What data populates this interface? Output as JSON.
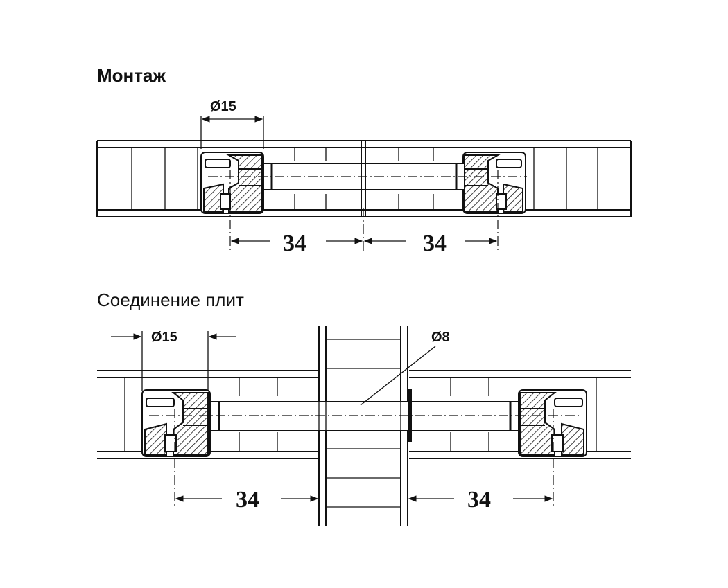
{
  "sections": [
    {
      "title": "Монтаж",
      "dims": {
        "diameter": "Ø15",
        "left_distance": "34",
        "right_distance": "34"
      }
    },
    {
      "title": "Соединение плит",
      "dims": {
        "diameter": "Ø15",
        "rod_diameter": "Ø8",
        "left_distance": "34",
        "right_distance": "34"
      }
    }
  ]
}
